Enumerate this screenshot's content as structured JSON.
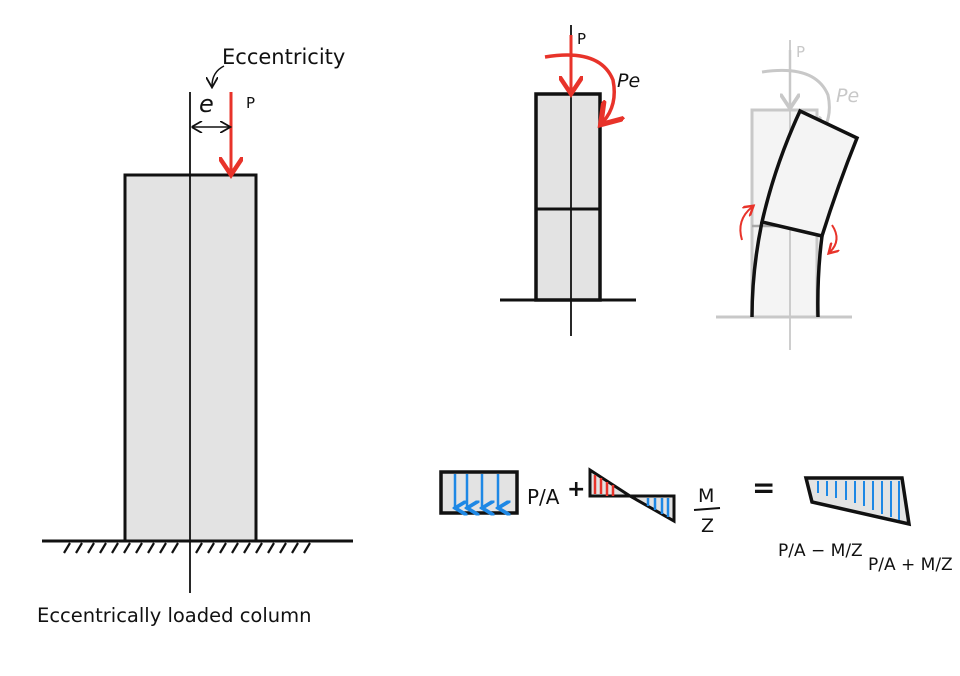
{
  "left_diagram": {
    "title_label": "Eccentricity",
    "eccentricity_symbol": "e",
    "load_label": "P",
    "caption": "Eccentrically loaded column"
  },
  "middle_diagram": {
    "load_label": "P",
    "moment_label": "Pe"
  },
  "right_diagram": {
    "load_label": "P",
    "moment_label": "Pe"
  },
  "stress_equation": {
    "axial_term": "P/A",
    "plus": "+",
    "bending_numerator": "M",
    "bending_denominator": "Z",
    "equals": "=",
    "min_stress_label": "P/A − M/Z",
    "max_stress_label": "P/A + M/Z"
  },
  "colors": {
    "load": "#e8332a",
    "stress": "#1e88e5",
    "fill": "#e3e3e3",
    "ghost": "#c8c8c8"
  }
}
